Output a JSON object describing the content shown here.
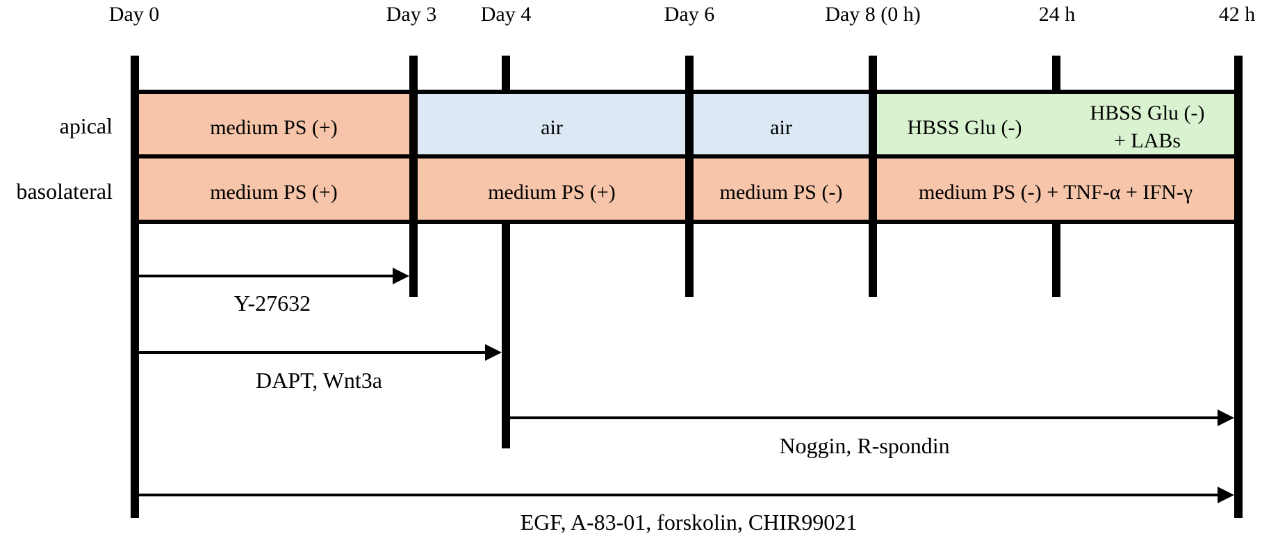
{
  "timepoints": [
    "Day 0",
    "Day 3",
    "Day 4",
    "Day 6",
    "Day 8 (0 h)",
    "24 h",
    "42 h"
  ],
  "rows": {
    "apical": {
      "label": "apical",
      "segments": [
        "medium PS (+)",
        "air",
        "air",
        "HBSS Glu (-)",
        "HBSS Glu (-)",
        "+ LABs"
      ]
    },
    "basolateral": {
      "label": "basolateral",
      "segments": [
        "medium PS (+)",
        "medium PS (+)",
        "medium PS (-)",
        "medium PS (-) + TNF-α + IFN-γ"
      ]
    }
  },
  "treatments": [
    "Y-27632",
    "DAPT, Wnt3a",
    "Noggin, R-spondin",
    "EGF, A-83-01, forskolin, CHIR99021"
  ],
  "colors": {
    "medium": "#f6c5aa",
    "air": "#dce9f5",
    "hbss": "#d9f2cf",
    "line": "#000000"
  }
}
